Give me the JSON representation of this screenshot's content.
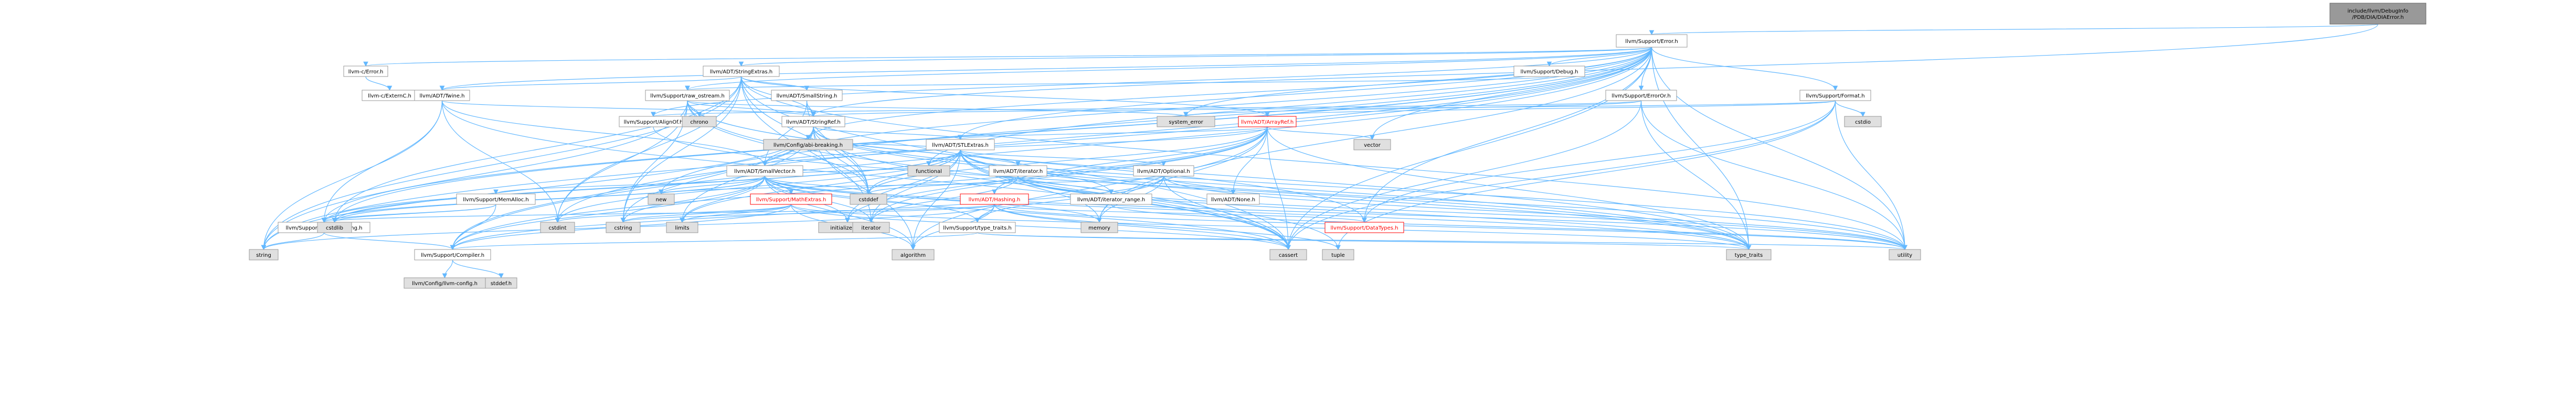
{
  "nodes": [
    {
      "id": "root",
      "label": "include/llvm/DebugInfo\n/PDB/DIA/DIAError.h",
      "kind": "root"
    },
    {
      "id": "error",
      "label": "llvm/Support/Error.h",
      "kind": "linked"
    },
    {
      "id": "cerror",
      "label": "llvm-c/Error.h",
      "kind": "linked"
    },
    {
      "id": "cextern",
      "label": "llvm-c/ExternC.h",
      "kind": "linked"
    },
    {
      "id": "stringextras",
      "label": "llvm/ADT/StringExtras.h",
      "kind": "linked"
    },
    {
      "id": "twine",
      "label": "llvm/ADT/Twine.h",
      "kind": "linked"
    },
    {
      "id": "rawostream",
      "label": "llvm/Support/raw_ostream.h",
      "kind": "linked"
    },
    {
      "id": "smallstring",
      "label": "llvm/ADT/SmallString.h",
      "kind": "linked"
    },
    {
      "id": "stringref",
      "label": "llvm/ADT/StringRef.h",
      "kind": "linked"
    },
    {
      "id": "alignof",
      "label": "llvm/Support/AlignOf.h",
      "kind": "linked"
    },
    {
      "id": "arrayref",
      "label": "llvm/ADT/ArrayRef.h",
      "kind": "red"
    },
    {
      "id": "stlextras",
      "label": "llvm/ADT/STLExtras.h",
      "kind": "linked"
    },
    {
      "id": "smallvector",
      "label": "llvm/ADT/SmallVector.h",
      "kind": "linked"
    },
    {
      "id": "memalloc",
      "label": "llvm/Support/MemAlloc.h",
      "kind": "linked"
    },
    {
      "id": "matheextras",
      "label": "llvm/Support/MathExtras.h",
      "kind": "red"
    },
    {
      "id": "errorhandling",
      "label": "llvm/Support/ErrorHandling.h",
      "kind": "linked"
    },
    {
      "id": "compiler",
      "label": "llvm/Support/Compiler.h",
      "kind": "linked"
    },
    {
      "id": "llvmconfig",
      "label": "llvm/Config/llvm-config.h",
      "kind": "plain"
    },
    {
      "id": "stddef",
      "label": "stddef.h",
      "kind": "plain"
    },
    {
      "id": "iterator",
      "label": "llvm/ADT/iterator.h",
      "kind": "linked"
    },
    {
      "id": "optional",
      "label": "llvm/ADT/Optional.h",
      "kind": "linked"
    },
    {
      "id": "hashing",
      "label": "llvm/ADT/Hashing.h",
      "kind": "red"
    },
    {
      "id": "typetraitsllvm",
      "label": "llvm/Support/type_traits.h",
      "kind": "linked"
    },
    {
      "id": "iteratorrange",
      "label": "llvm/ADT/iterator_range.h",
      "kind": "linked"
    },
    {
      "id": "none",
      "label": "llvm/ADT/None.h",
      "kind": "linked"
    },
    {
      "id": "datatypes",
      "label": "llvm/Support/DataTypes.h",
      "kind": "red"
    },
    {
      "id": "abibreaking",
      "label": "llvm/Config/abi-breaking.h",
      "kind": "plain"
    },
    {
      "id": "debug",
      "label": "llvm/Support/Debug.h",
      "kind": "linked"
    },
    {
      "id": "erroror",
      "label": "llvm/Support/ErrorOr.h",
      "kind": "linked"
    },
    {
      "id": "format",
      "label": "llvm/Support/Format.h",
      "kind": "linked"
    },
    {
      "id": "systemerror",
      "label": "system_error",
      "kind": "plain"
    },
    {
      "id": "cstdio",
      "label": "cstdio",
      "kind": "plain"
    },
    {
      "id": "vector",
      "label": "vector",
      "kind": "plain"
    },
    {
      "id": "chrono",
      "label": "chrono",
      "kind": "plain"
    },
    {
      "id": "functional",
      "label": "functional",
      "kind": "plain"
    },
    {
      "id": "cstddef",
      "label": "cstddef",
      "kind": "plain"
    },
    {
      "id": "new",
      "label": "new",
      "kind": "plain"
    },
    {
      "id": "initlist",
      "label": "initializer_list",
      "kind": "plain"
    },
    {
      "id": "iteratorstd",
      "label": "iterator",
      "kind": "plain"
    },
    {
      "id": "memory",
      "label": "memory",
      "kind": "plain"
    },
    {
      "id": "cstdint",
      "label": "cstdint",
      "kind": "plain"
    },
    {
      "id": "cstdlib",
      "label": "cstdlib",
      "kind": "plain"
    },
    {
      "id": "cstring",
      "label": "cstring",
      "kind": "plain"
    },
    {
      "id": "limits",
      "label": "limits",
      "kind": "plain"
    },
    {
      "id": "algorithm",
      "label": "algorithm",
      "kind": "plain"
    },
    {
      "id": "cassert",
      "label": "cassert",
      "kind": "plain"
    },
    {
      "id": "tuple",
      "label": "tuple",
      "kind": "plain"
    },
    {
      "id": "utility",
      "label": "utility",
      "kind": "plain"
    },
    {
      "id": "typetraits",
      "label": "type_traits",
      "kind": "plain"
    },
    {
      "id": "string",
      "label": "string",
      "kind": "plain"
    }
  ],
  "edges": [
    [
      "root",
      "error"
    ],
    [
      "root",
      "stringref"
    ],
    [
      "error",
      "cerror"
    ],
    [
      "error",
      "stringextras"
    ],
    [
      "error",
      "twine"
    ],
    [
      "error",
      "rawostream"
    ],
    [
      "error",
      "alignof"
    ],
    [
      "error",
      "stlextras"
    ],
    [
      "error",
      "smallvector"
    ],
    [
      "error",
      "abibreaking"
    ],
    [
      "error",
      "debug"
    ],
    [
      "error",
      "erroror"
    ],
    [
      "error",
      "format"
    ],
    [
      "error",
      "errorhandling"
    ],
    [
      "error",
      "compiler"
    ],
    [
      "error",
      "datatypes"
    ],
    [
      "error",
      "functional"
    ],
    [
      "error",
      "memory"
    ],
    [
      "error",
      "cassert"
    ],
    [
      "error",
      "cstdint"
    ],
    [
      "error",
      "cstdlib"
    ],
    [
      "error",
      "new"
    ],
    [
      "error",
      "string"
    ],
    [
      "error",
      "systemerror"
    ],
    [
      "error",
      "typetraits"
    ],
    [
      "error",
      "utility"
    ],
    [
      "error",
      "vector"
    ],
    [
      "cerror",
      "cextern"
    ],
    [
      "stringextras",
      "arrayref"
    ],
    [
      "stringextras",
      "smallstring"
    ],
    [
      "stringextras",
      "stringref"
    ],
    [
      "stringextras",
      "twine"
    ],
    [
      "stringextras",
      "iteratorstd"
    ],
    [
      "stringextras",
      "cassert"
    ],
    [
      "stringextras",
      "cstddef"
    ],
    [
      "stringextras",
      "cstdint"
    ],
    [
      "stringextras",
      "cstdlib"
    ],
    [
      "stringextras",
      "cstring"
    ],
    [
      "stringextras",
      "string"
    ],
    [
      "stringextras",
      "utility"
    ],
    [
      "twine",
      "smallvector"
    ],
    [
      "twine",
      "stringref"
    ],
    [
      "twine",
      "errorhandling"
    ],
    [
      "twine",
      "cassert"
    ],
    [
      "twine",
      "cstdint"
    ],
    [
      "twine",
      "string"
    ],
    [
      "rawostream",
      "stringref"
    ],
    [
      "rawostream",
      "datatypes"
    ],
    [
      "rawostream",
      "cassert"
    ],
    [
      "rawostream",
      "chrono"
    ],
    [
      "rawostream",
      "cstddef"
    ],
    [
      "rawostream",
      "cstdint"
    ],
    [
      "rawostream",
      "cstring"
    ],
    [
      "rawostream",
      "string"
    ],
    [
      "rawostream",
      "systemerror"
    ],
    [
      "rawostream",
      "typetraits"
    ],
    [
      "smallstring",
      "smallvector"
    ],
    [
      "smallstring",
      "stringref"
    ],
    [
      "smallstring",
      "cstddef"
    ],
    [
      "stringref",
      "stlextras"
    ],
    [
      "stringref",
      "compiler"
    ],
    [
      "stringref",
      "algorithm"
    ],
    [
      "stringref",
      "cassert"
    ],
    [
      "stringref",
      "cstddef"
    ],
    [
      "stringref",
      "cstring"
    ],
    [
      "stringref",
      "limits"
    ],
    [
      "stringref",
      "string"
    ],
    [
      "stringref",
      "typetraits"
    ],
    [
      "stringref",
      "utility"
    ],
    [
      "alignof",
      "typetraits"
    ],
    [
      "arrayref",
      "hashing"
    ],
    [
      "arrayref",
      "none"
    ],
    [
      "arrayref",
      "smallvector"
    ],
    [
      "arrayref",
      "stlextras"
    ],
    [
      "arrayref",
      "compiler"
    ],
    [
      "arrayref",
      "algorithm"
    ],
    [
      "arrayref",
      "array"
    ],
    [
      "arrayref",
      "cassert"
    ],
    [
      "arrayref",
      "cstddef"
    ],
    [
      "arrayref",
      "initlist"
    ],
    [
      "arrayref",
      "iteratorstd"
    ],
    [
      "arrayref",
      "memory"
    ],
    [
      "arrayref",
      "typetraits"
    ],
    [
      "arrayref",
      "vector"
    ],
    [
      "stlextras",
      "optional"
    ],
    [
      "stlextras",
      "iterator"
    ],
    [
      "stlextras",
      "iteratorrange"
    ],
    [
      "stlextras",
      "abibreaking"
    ],
    [
      "stlextras",
      "errorhandling"
    ],
    [
      "stlextras",
      "algorithm"
    ],
    [
      "stlextras",
      "cassert"
    ],
    [
      "stlextras",
      "cstddef"
    ],
    [
      "stlextras",
      "cstdint"
    ],
    [
      "stlextras",
      "cstdlib"
    ],
    [
      "stlextras",
      "functional"
    ],
    [
      "stlextras",
      "initlist"
    ],
    [
      "stlextras",
      "iteratorstd"
    ],
    [
      "stlextras",
      "limits"
    ],
    [
      "stlextras",
      "memory"
    ],
    [
      "stlextras",
      "tuple"
    ],
    [
      "stlextras",
      "typetraits"
    ],
    [
      "stlextras",
      "utility"
    ],
    [
      "smallvector",
      "compiler"
    ],
    [
      "smallvector",
      "matheextras"
    ],
    [
      "smallvector",
      "memalloc"
    ],
    [
      "smallvector",
      "typetraitsllvm"
    ],
    [
      "smallvector",
      "errorhandling"
    ],
    [
      "smallvector",
      "algorithm"
    ],
    [
      "smallvector",
      "cassert"
    ],
    [
      "smallvector",
      "cstddef"
    ],
    [
      "smallvector",
      "cstdlib"
    ],
    [
      "smallvector",
      "cstring"
    ],
    [
      "smallvector",
      "functional"
    ],
    [
      "smallvector",
      "initlist"
    ],
    [
      "smallvector",
      "iteratorstd"
    ],
    [
      "smallvector",
      "limits"
    ],
    [
      "smallvector",
      "memory"
    ],
    [
      "smallvector",
      "new"
    ],
    [
      "smallvector",
      "typetraits"
    ],
    [
      "smallvector",
      "utility"
    ],
    [
      "memalloc",
      "compiler"
    ],
    [
      "memalloc",
      "errorhandling"
    ],
    [
      "memalloc",
      "cstdlib"
    ],
    [
      "matheextras",
      "compiler"
    ],
    [
      "matheextras",
      "algorithm"
    ],
    [
      "matheextras",
      "cassert"
    ],
    [
      "matheextras",
      "climits"
    ],
    [
      "matheextras",
      "cstdint"
    ],
    [
      "matheextras",
      "cstring"
    ],
    [
      "matheextras",
      "limits"
    ],
    [
      "matheextras",
      "typetraits"
    ],
    [
      "errorhandling",
      "compiler"
    ],
    [
      "errorhandling",
      "string"
    ],
    [
      "compiler",
      "llvmconfig"
    ],
    [
      "compiler",
      "stddef"
    ],
    [
      "iterator",
      "iteratorrange"
    ],
    [
      "iterator",
      "cstddef"
    ],
    [
      "iterator",
      "iteratorstd"
    ],
    [
      "iterator",
      "typetraits"
    ],
    [
      "iterator",
      "utility"
    ],
    [
      "optional",
      "none"
    ],
    [
      "optional",
      "compiler"
    ],
    [
      "optional",
      "typetraitsllvm"
    ],
    [
      "optional",
      "cassert"
    ],
    [
      "optional",
      "memory"
    ],
    [
      "optional",
      "new"
    ],
    [
      "optional",
      "utility"
    ],
    [
      "hashing",
      "errorhandling"
    ],
    [
      "hashing",
      "typetraitsllvm"
    ],
    [
      "hashing",
      "algorithm"
    ],
    [
      "hashing",
      "cassert"
    ],
    [
      "hashing",
      "cstring"
    ],
    [
      "hashing",
      "string"
    ],
    [
      "hashing",
      "tuple"
    ],
    [
      "hashing",
      "utility"
    ],
    [
      "hashing",
      "datatypes"
    ],
    [
      "typetraitsllvm",
      "compiler"
    ],
    [
      "typetraitsllvm",
      "typetraits"
    ],
    [
      "typetraitsllvm",
      "utility"
    ],
    [
      "iteratorrange",
      "utility"
    ],
    [
      "erroror",
      "alignof"
    ],
    [
      "erroror",
      "cassert"
    ],
    [
      "erroror",
      "systemerror"
    ],
    [
      "erroror",
      "typetraits"
    ],
    [
      "erroror",
      "utility"
    ],
    [
      "format",
      "arrayref"
    ],
    [
      "format",
      "stringref"
    ],
    [
      "format",
      "cassert"
    ],
    [
      "format",
      "cstdio"
    ],
    [
      "format",
      "tuple"
    ],
    [
      "format",
      "utility"
    ],
    [
      "format",
      "datatypes"
    ],
    [
      "debug",
      "rawostream"
    ]
  ]
}
